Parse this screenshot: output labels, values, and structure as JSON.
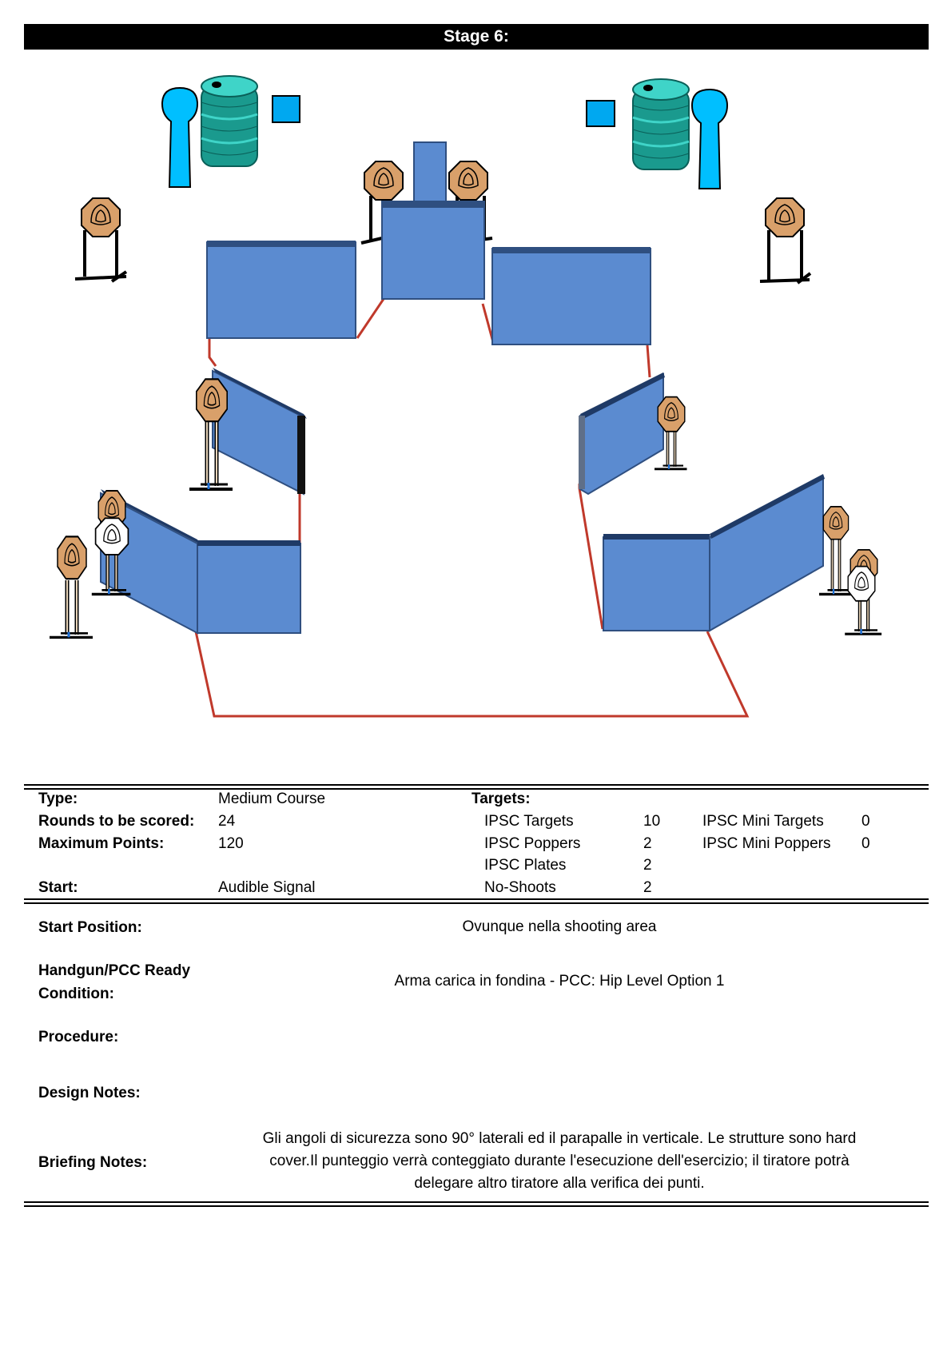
{
  "stage_title": "Stage 6:",
  "info": {
    "type_label": "Type:",
    "type_value": "Medium Course",
    "rounds_label": "Rounds to be scored:",
    "rounds_value": "24",
    "points_label": "Maximum Points:",
    "points_value": "120",
    "start_label": "Start:",
    "start_value": "Audible Signal",
    "targets_label": "Targets:",
    "targets": [
      {
        "name": "IPSC Targets",
        "count": "10"
      },
      {
        "name": "IPSC Poppers",
        "count": "2"
      },
      {
        "name": "IPSC Plates",
        "count": "2"
      },
      {
        "name": "No-Shoots",
        "count": "2"
      }
    ],
    "mini_targets": [
      {
        "name": "IPSC Mini Targets",
        "count": "0"
      },
      {
        "name": "IPSC Mini Poppers",
        "count": "0"
      }
    ]
  },
  "details": {
    "start_position_label": "Start Position:",
    "start_position_value": "Ovunque nella shooting area",
    "ready_label_line1": "Handgun/PCC Ready",
    "ready_label_line2": "Condition:",
    "ready_value": "Arma carica in fondina - PCC: Hip Level Option 1",
    "procedure_label": "Procedure:",
    "design_notes_label": "Design Notes:",
    "briefing_label": "Briefing Notes:",
    "briefing_line1": "Gli angoli di sicurezza sono 90° laterali ed il parapalle in verticale. Le strutture sono hard",
    "briefing_line2": "cover.Il punteggio verrà conteggiato durante l'esecuzione dell'esercizio; il tiratore potrà",
    "briefing_line3": "delegare altro tiratore alla verifica  dei punti."
  },
  "colors": {
    "wall": "#5b8bd0",
    "wall_edge": "#2f4f80",
    "fault_line": "#c0392b",
    "target": "#d9a06a",
    "popper": "#00bfff",
    "barrel": "#1a9a8e",
    "plate": "#00a8f0"
  }
}
